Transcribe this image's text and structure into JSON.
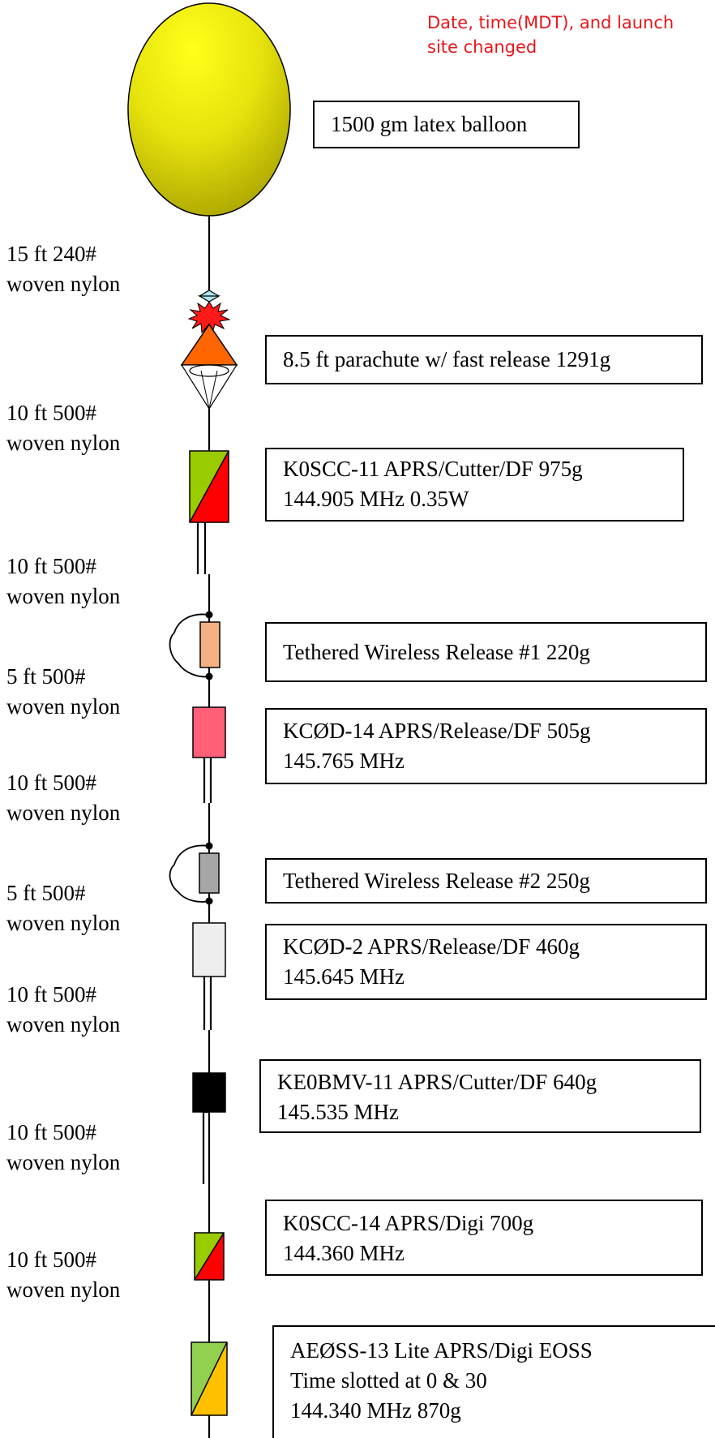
{
  "note": {
    "lines": [
      "Date, time(MDT), and launch",
      "site changed"
    ]
  },
  "components": [
    {
      "name": "balloon",
      "lines": [
        "1500 gm latex balloon"
      ]
    },
    {
      "name": "parachute",
      "lines": [
        "8.5 ft parachute w/ fast release 1291g"
      ]
    },
    {
      "name": "k0scc-11",
      "lines": [
        "K0SCC-11 APRS/Cutter/DF  975g",
        "144.905 MHz  0.35W"
      ]
    },
    {
      "name": "release-1",
      "lines": [
        "Tethered Wireless Release #1 220g"
      ]
    },
    {
      "name": "kc0d-14",
      "lines": [
        "KCØD-14 APRS/Release/DF  505g",
        "145.765 MHz"
      ]
    },
    {
      "name": "release-2",
      "lines": [
        "Tethered Wireless Release #2  250g"
      ]
    },
    {
      "name": "kc0d-2",
      "lines": [
        "KCØD-2 APRS/Release/DF  460g",
        "145.645 MHz"
      ]
    },
    {
      "name": "ke0bmv-11",
      "lines": [
        "KE0BMV-11 APRS/Cutter/DF  640g",
        "145.535 MHz"
      ]
    },
    {
      "name": "k0scc-14",
      "lines": [
        "K0SCC-14 APRS/Digi  700g",
        "144.360 MHz"
      ]
    },
    {
      "name": "ae0ss-13",
      "lines": [
        "AEØSS-13 Lite APRS/Digi  EOSS",
        "Time slotted at 0 & 30",
        "144.340 MHz   870g"
      ]
    }
  ],
  "tethers": [
    {
      "lines": [
        "15 ft 240#",
        "woven nylon"
      ]
    },
    {
      "lines": [
        "10 ft 500#",
        "woven nylon"
      ]
    },
    {
      "lines": [
        "10 ft 500#",
        "woven nylon"
      ]
    },
    {
      "lines": [
        "5 ft 500#",
        "woven nylon"
      ]
    },
    {
      "lines": [
        "10 ft 500#",
        "woven nylon"
      ]
    },
    {
      "lines": [
        "5 ft 500#",
        "woven nylon"
      ]
    },
    {
      "lines": [
        "10 ft 500#",
        "woven nylon"
      ]
    },
    {
      "lines": [
        "10 ft 500#",
        "woven nylon"
      ]
    },
    {
      "lines": [
        "10 ft 500#",
        "woven nylon"
      ]
    }
  ],
  "colors": {
    "balloon": "#f0ef12",
    "balloon_shade": "#a8a200",
    "parachute": "#ff6600",
    "burst": "#ff1a1a",
    "swivel": "#a9e6f2",
    "green": "#99cc00",
    "red": "#ff0000",
    "peach": "#f4b183",
    "pink": "#ff6078",
    "gray": "#a6a6a6",
    "light_gray": "#eeeeee",
    "black": "#000000",
    "light_green": "#92d050",
    "orange": "#ffc000",
    "note_red": "#e8161b"
  }
}
